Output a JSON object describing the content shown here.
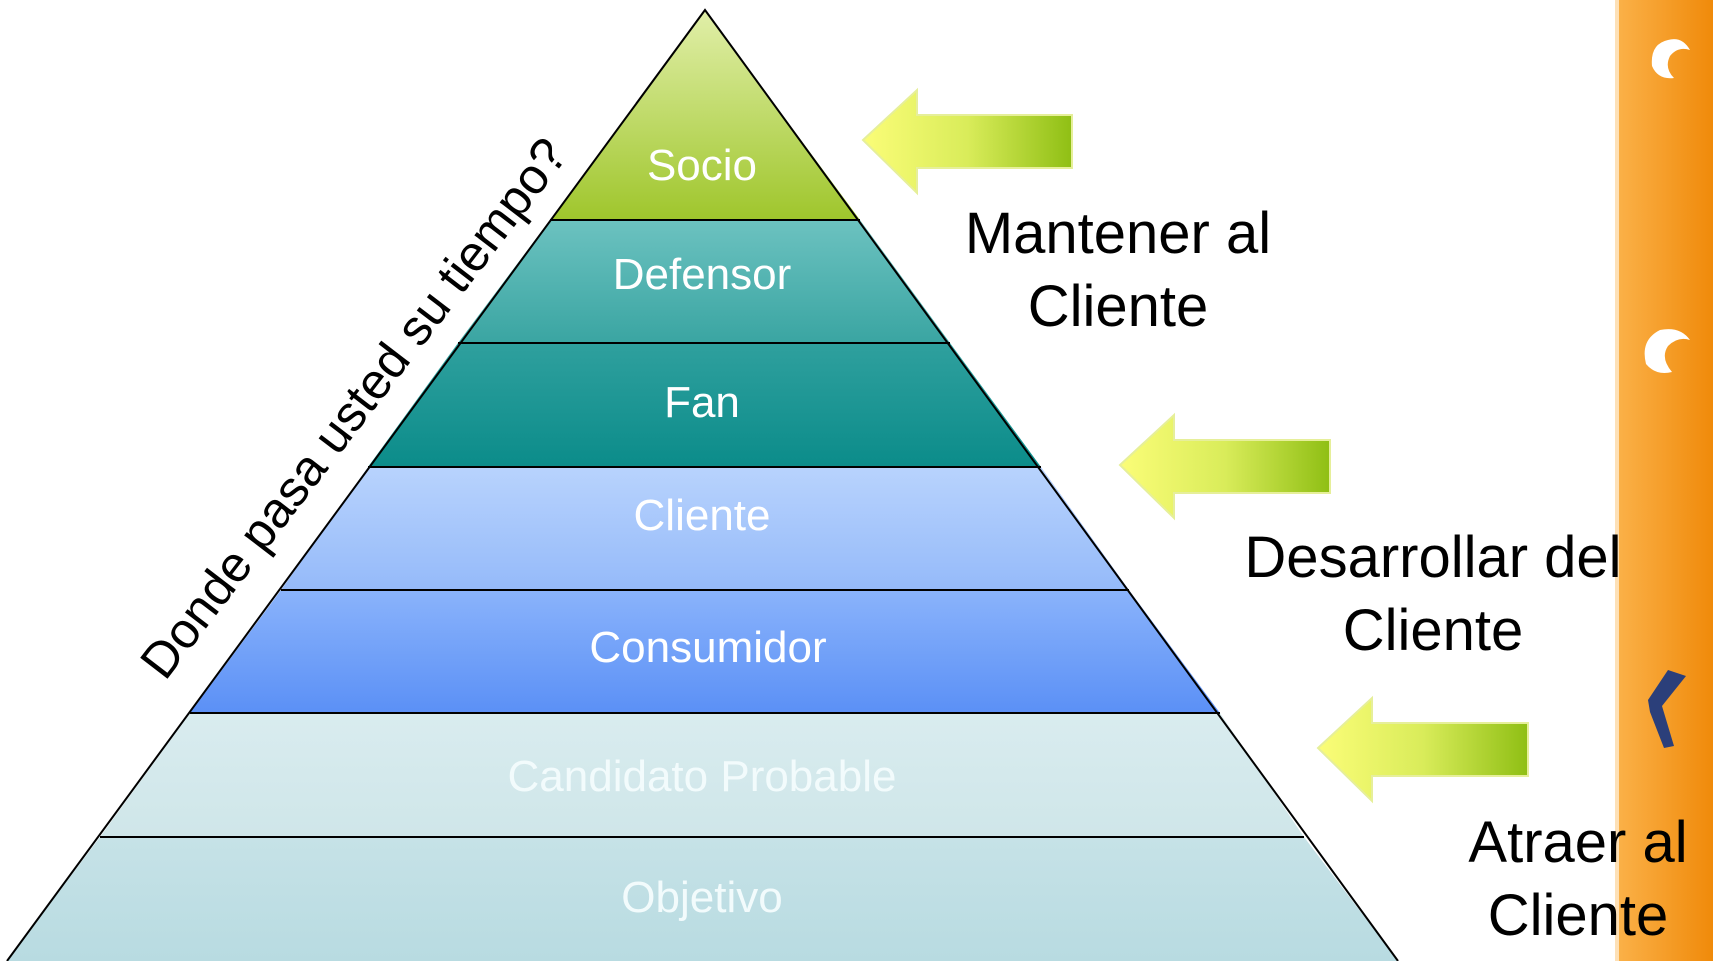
{
  "pyramid": {
    "diagonal_text": "Donde pasa usted su tiempo?",
    "levels": [
      {
        "label": "Socio",
        "text_color": "#ffffff"
      },
      {
        "label": "Defensor",
        "text_color": "#ffffff"
      },
      {
        "label": "Fan",
        "text_color": "#ffffff"
      },
      {
        "label": "Cliente",
        "text_color": "#ffffff"
      },
      {
        "label": "Consumidor",
        "text_color": "#ffffff"
      },
      {
        "label": "Candidato Probable",
        "text_color": "#f2fbfc"
      },
      {
        "label": "Objetivo",
        "text_color": "#f2fbfc"
      }
    ]
  },
  "actions": [
    {
      "line1": "Mantener al",
      "line2": "Cliente"
    },
    {
      "line1": "Desarrollar del",
      "line2": "Cliente"
    },
    {
      "line1": "Atraer al",
      "line2": "Cliente"
    }
  ],
  "colors": {
    "socio": "#a9cc3a",
    "defensor": "#4fb0ad",
    "fan": "#138f8d",
    "cliente": "#a6c6fb",
    "consumidor": "#6f9ef9",
    "candidato": "#d1e8ea",
    "objetivo": "#bfdfe4",
    "arrow": "#9bc81e",
    "sidebar": "#f39212"
  }
}
